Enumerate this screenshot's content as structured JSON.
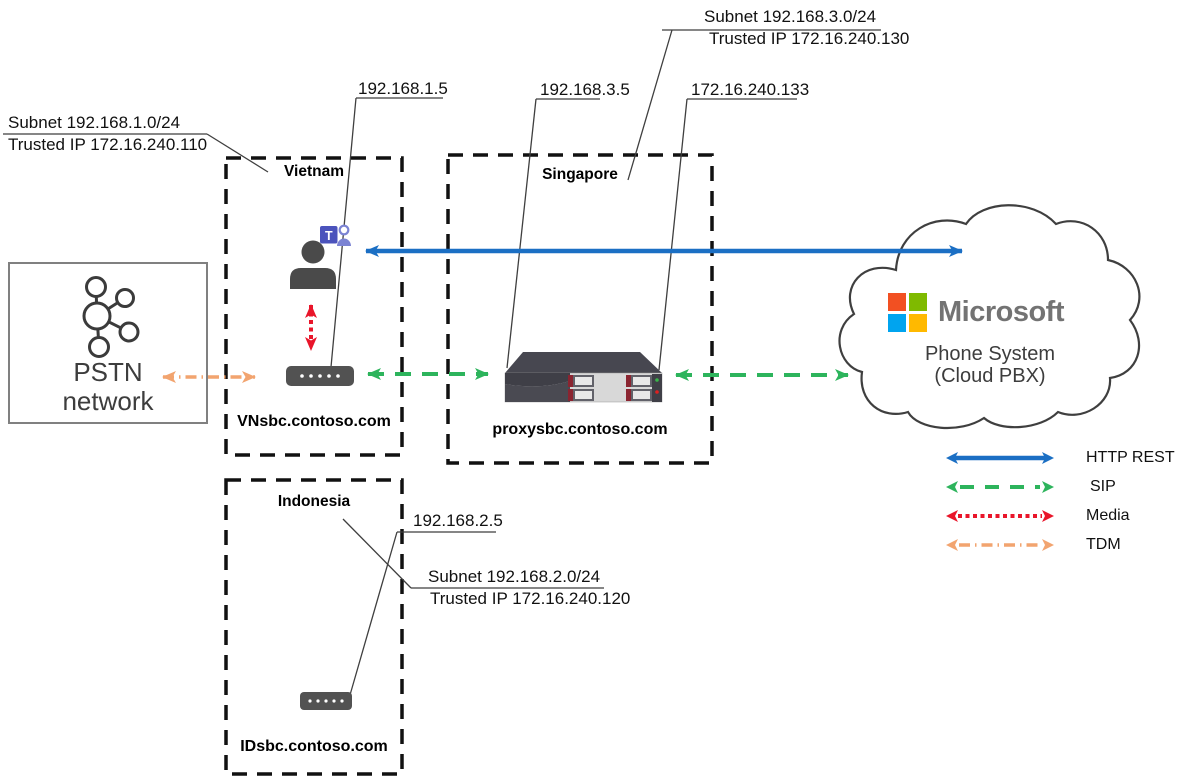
{
  "diagram": {
    "callouts": {
      "subnet_vietnam": {
        "line1": "Subnet 192.168.1.0/24",
        "line2": "Trusted IP 172.16.240.110"
      },
      "subnet_singapore": {
        "line1": "Subnet 192.168.3.0/24",
        "line2": "Trusted IP 172.16.240.130"
      },
      "subnet_indonesia": {
        "line1": "Subnet 192.168.2.0/24",
        "line2": "Trusted IP 172.16.240.120"
      },
      "ip_vnsbc": "192.168.1.5",
      "ip_proxysbc_internal": "192.168.3.5",
      "ip_proxysbc_external": "172.16.240.133",
      "ip_idsbc": "192.168.2.5"
    },
    "sites": {
      "vietnam": {
        "label": "Vietnam",
        "sbc_fqdn": "VNsbc.contoso.com"
      },
      "singapore": {
        "label": "Singapore",
        "sbc_fqdn": "proxysbc.contoso.com"
      },
      "indonesia": {
        "label": "Indonesia",
        "sbc_fqdn": "IDsbc.contoso.com"
      }
    },
    "pstn": {
      "line1": "PSTN",
      "line2": "network"
    },
    "cloud": {
      "brand": "Microsoft",
      "line1": "Phone System",
      "line2": "(Cloud PBX)"
    },
    "teams_icon_letter": "T"
  },
  "legend": {
    "items": [
      {
        "label": "HTTP REST",
        "style": "solid",
        "color": "#1b6fc4"
      },
      {
        "label": "SIP",
        "style": "dashed",
        "color": "#2db45c"
      },
      {
        "label": "Media",
        "style": "dotted",
        "color": "#e9152a"
      },
      {
        "label": "TDM",
        "style": "dash-dot",
        "color": "#f2a46f"
      }
    ]
  },
  "colors": {
    "http_rest": "#1b6fc4",
    "sip": "#2db45c",
    "media": "#e9152a",
    "tdm": "#f2a46f",
    "teams": "#4b53bc",
    "teams_light": "#7b83d3",
    "icon_gray": "#4a4a4a",
    "outline": "#3f3f3f",
    "ms_red": "#f25022",
    "ms_green": "#7fba00",
    "ms_blue": "#00a4ef",
    "ms_yellow": "#ffb900",
    "ms_text": "#737373"
  }
}
